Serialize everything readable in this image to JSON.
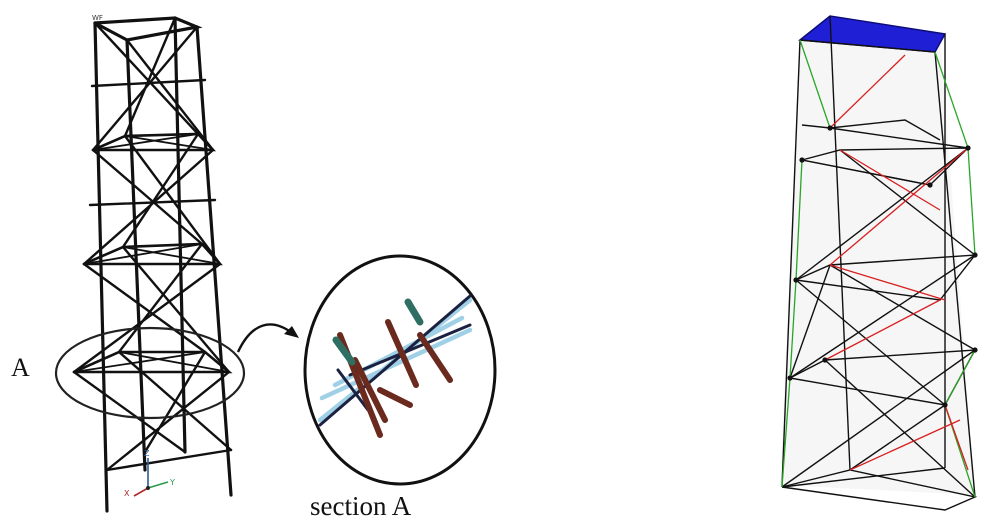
{
  "left_figure": {
    "marker_label": "A",
    "detail_caption": "section A",
    "tiny_label": "WF",
    "axes": {
      "z": "Z",
      "x": "X",
      "y": "Y"
    }
  },
  "colors": {
    "frame_members": "#111111",
    "highlight_plate": "#1f1fd6",
    "member_green": "#2aa52a",
    "member_red": "#d82020",
    "detail_light_blue": "#9fd0e6",
    "detail_dark_brown": "#6b2a1e",
    "detail_teal": "#2f6f63"
  }
}
